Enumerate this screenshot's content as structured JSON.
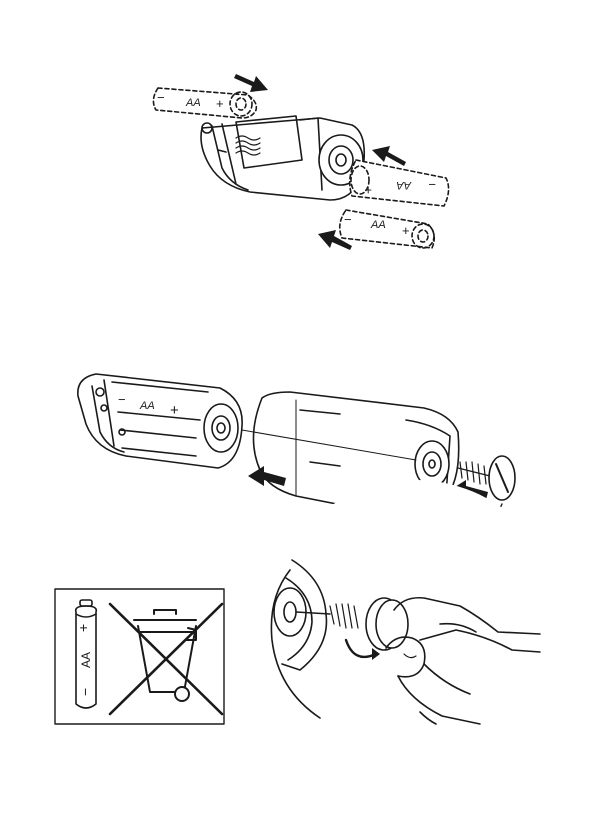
{
  "step1": {
    "battery_top": {
      "label": "AA",
      "minus": "−",
      "plus": "+"
    },
    "battery_middle": {
      "label": "AA",
      "minus": "−",
      "plus": "+"
    },
    "battery_bottom": {
      "label": "AA",
      "minus": "−",
      "plus": "+"
    }
  },
  "step2": {
    "holder_battery": {
      "label": "AA",
      "minus": "−",
      "plus": "+"
    }
  },
  "disposal": {
    "battery": {
      "label": "AA",
      "minus": "−",
      "plus": "+"
    }
  },
  "colors": {
    "line": "#1a1a1a",
    "background": "#ffffff"
  },
  "icons": [
    "arrow-icon",
    "screw-icon",
    "rotate-arrow-icon",
    "crossed-out-wheelie-bin-icon",
    "battery-icon"
  ]
}
